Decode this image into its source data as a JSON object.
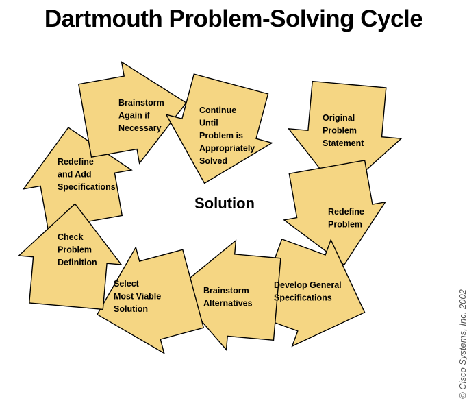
{
  "title": "Dartmouth Problem-Solving Cycle",
  "copyright": "© Cisco Systems, Inc. 2002",
  "center_label": "Solution",
  "fill_color": "#F5D683",
  "steps": [
    {
      "lines": [
        "Original",
        "Problem",
        "Statement"
      ]
    },
    {
      "lines": [
        "Redefine",
        "Problem"
      ]
    },
    {
      "lines": [
        "Develop General",
        "Specifications"
      ]
    },
    {
      "lines": [
        "Brainstorm",
        "Alternatives"
      ]
    },
    {
      "lines": [
        "Select",
        "Most Viable",
        "Solution"
      ]
    },
    {
      "lines": [
        "Check",
        "Problem",
        "Definition"
      ]
    },
    {
      "lines": [
        "Redefine",
        "and Add",
        "Specifications"
      ]
    },
    {
      "lines": [
        "Brainstorm",
        "Again if",
        "Necessary"
      ]
    },
    {
      "lines": [
        "Continue",
        "Until",
        "Problem is",
        "Appropriately",
        "Solved"
      ]
    }
  ]
}
